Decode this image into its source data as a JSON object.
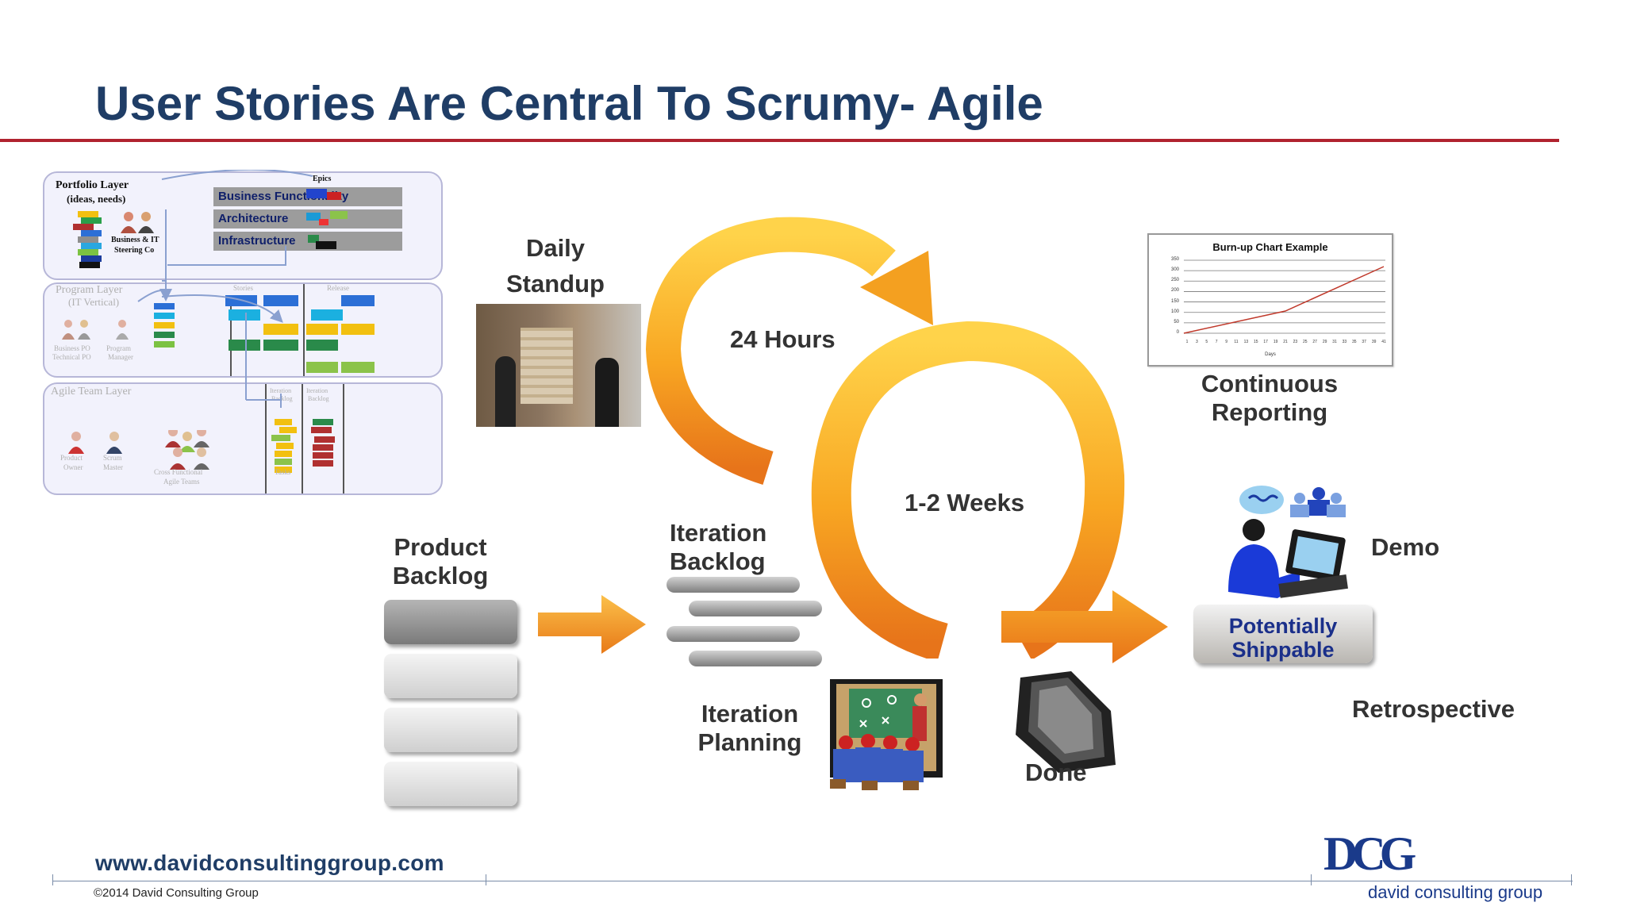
{
  "slide": {
    "title": "User Stories Are Central To Scrumy- Agile",
    "colors": {
      "title": "#1f3d66",
      "rule": "#b0232f",
      "loop": "#f6a21b",
      "arrow": "#f5931a"
    }
  },
  "framework": {
    "portfolio": {
      "title": "Portfolio Layer",
      "subtitle": "(ideas, needs)",
      "epics": "Epics",
      "bars": [
        "Business Functionality",
        "Architecture",
        "Infrastructure"
      ],
      "steering_line1": "Business & IT",
      "steering_line2": "Steering Co"
    },
    "program": {
      "title": "Program Layer",
      "subtitle": "(IT Vertical)",
      "stories": "Stories",
      "release": "Release",
      "po_line1": "Business PO",
      "po_line2": "Technical PO",
      "pm_line1": "Program",
      "pm_line2": "Manager"
    },
    "team": {
      "title": "Agile Team Layer",
      "iteration_backlog": [
        "Iteration",
        "Backlog"
      ],
      "iteration_backlog2": [
        "Iteration",
        "Backlog"
      ],
      "tasks": "Tasks",
      "po_line1": "Product",
      "po_line2": "Owner",
      "sm_line1": "Scrum",
      "sm_line2": "Master",
      "teams_line1": "Cross Functional",
      "teams_line2": "Agile Teams"
    }
  },
  "process": {
    "daily": "Daily",
    "standup": "Standup",
    "hours": "24 Hours",
    "weeks": "1-2 Weeks",
    "product_backlog": [
      "Product",
      "Backlog"
    ],
    "iteration_backlog": [
      "Iteration",
      "Backlog"
    ],
    "iteration_planning": [
      "Iteration",
      "Planning"
    ],
    "done": "Done",
    "continuous_reporting": [
      "Continuous",
      "Reporting"
    ],
    "demo": "Demo",
    "potentially_shippable": [
      "Potentially",
      "Shippable"
    ],
    "retrospective": "Retrospective"
  },
  "burnup": {
    "title": "Burn-up Chart Example",
    "y_ticks": [
      "350",
      "300",
      "250",
      "200",
      "150",
      "100",
      "50",
      "0"
    ],
    "x_ticks": [
      "1",
      "3",
      "5",
      "7",
      "9",
      "11",
      "13",
      "15",
      "17",
      "19",
      "21",
      "23",
      "25",
      "27",
      "29",
      "31",
      "33",
      "35",
      "37",
      "39",
      "41"
    ],
    "x_label": "Days"
  },
  "footer": {
    "url": "www.davidconsultinggroup.com",
    "copyright": "©2014 David Consulting Group",
    "logo_letters": "DCG",
    "logo_text": "david consulting group"
  }
}
